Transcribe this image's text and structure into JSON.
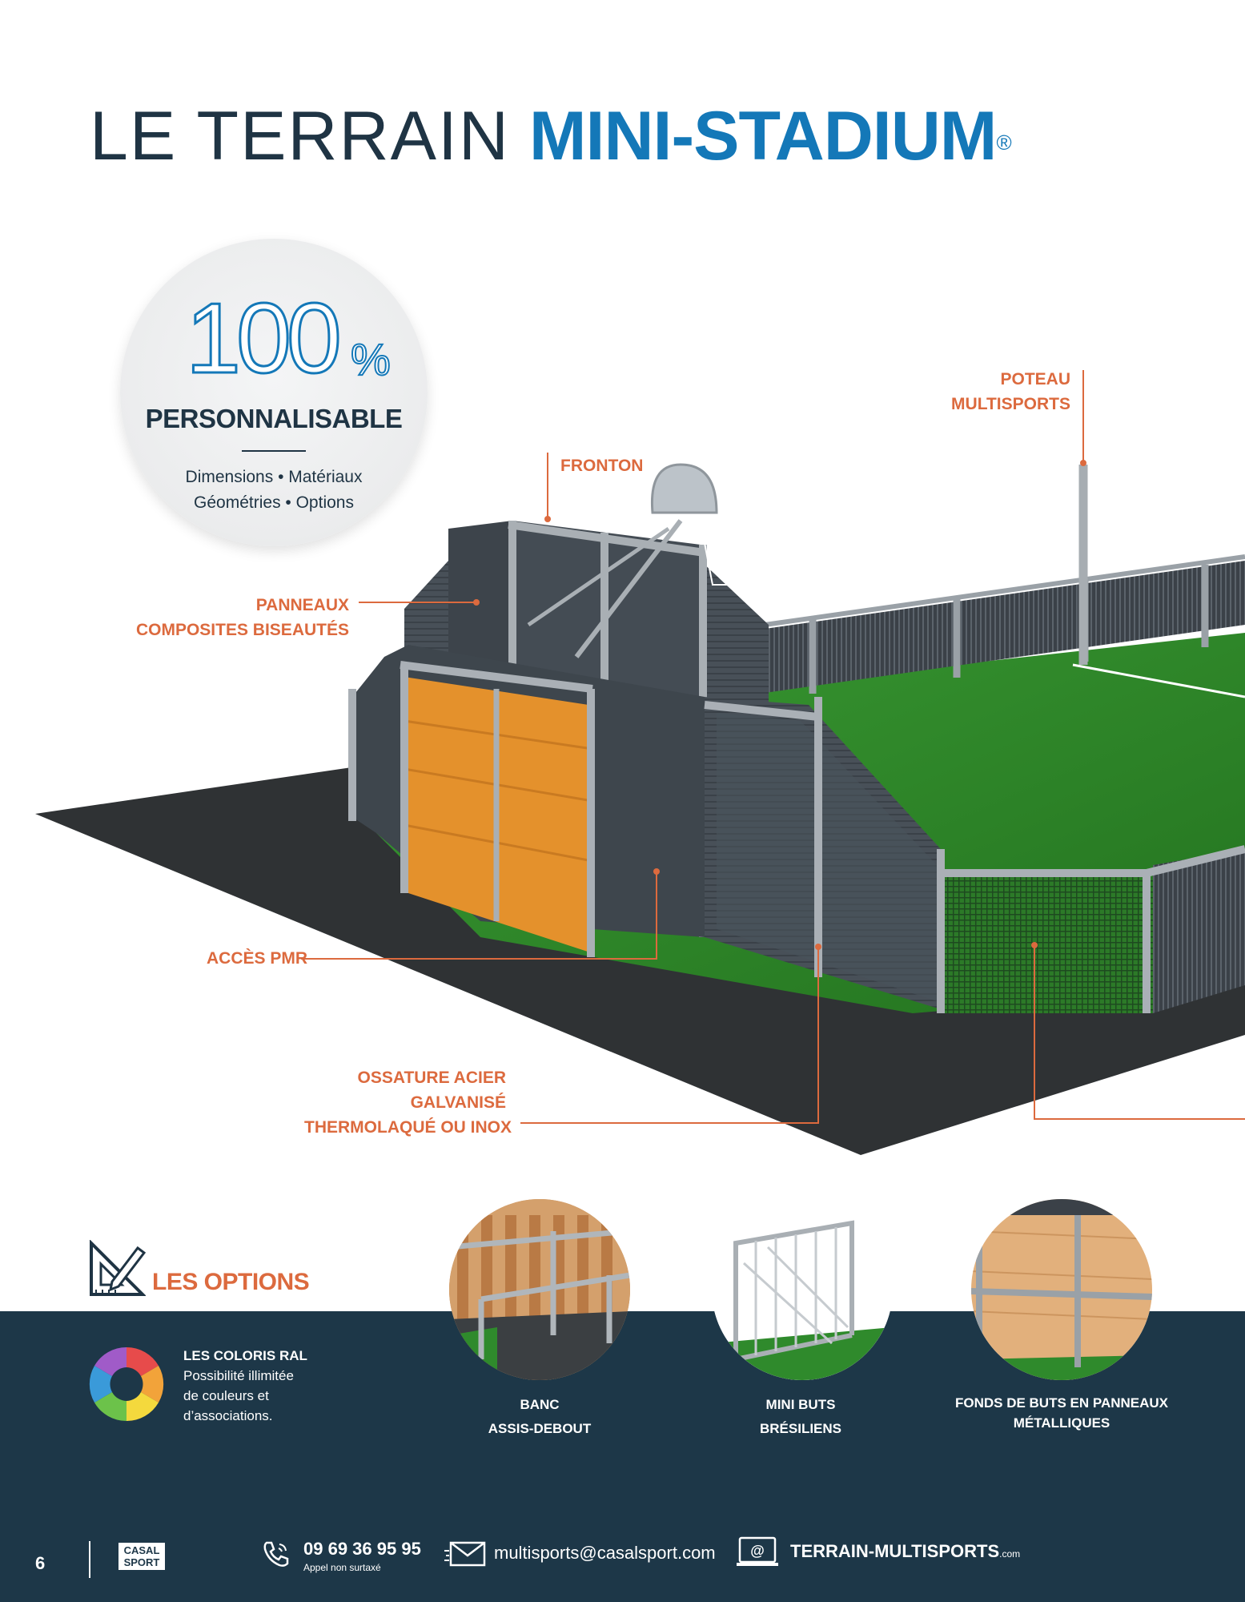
{
  "header": {
    "title_light": "LE TERRAIN",
    "title_bold": "MINI-STADIUM",
    "registered_mark": "®"
  },
  "badge": {
    "number": "100",
    "percent_sign": "%",
    "heading": "PERSONNALISABLE",
    "line1": "Dimensions • Matériaux",
    "line2": "Géométries • Options"
  },
  "callouts": {
    "fronton": "FRONTON",
    "poteau_l1": "POTEAU",
    "poteau_l2": "MULTISPORTS",
    "panneaux_l1": "PANNEAUX",
    "panneaux_l2": "COMPOSITES BISEAUTÉS",
    "acces": "ACCÈS PMR",
    "ossature_l1": "OSSATURE ACIER",
    "ossature_l2": "GALVANISÉ",
    "ossature_l3": "THERMOLAQUÉ OU INOX"
  },
  "options": {
    "heading": "LES OPTIONS",
    "colors_title": "LES COLORIS RAL",
    "colors_l1": "Possibilité illimitée",
    "colors_l2": "de couleurs et",
    "colors_l3": "d’associations.",
    "items": [
      {
        "l1": "BANC",
        "l2": "ASSIS-DEBOUT"
      },
      {
        "l1": "MINI BUTS",
        "l2": "BRÉSILIENS"
      },
      {
        "l1": "FONDS DE BUTS EN PANNEAUX",
        "l2": "MÉTALLIQUES"
      }
    ]
  },
  "footer": {
    "page_number": "6",
    "logo_l1": "CASAL",
    "logo_l2": "SPORT",
    "phone": "09 69 36 95 95",
    "phone_note": "Appel non surtaxé",
    "email": "multisports@casalsport.com",
    "web": "TERRAIN-MULTISPORTS",
    "web_suffix": ".com"
  },
  "colors": {
    "brand_blue": "#1478b8",
    "navy": "#1d3748",
    "accent_orange": "#dc6a3e",
    "turf_green": "#2f8a2c"
  }
}
